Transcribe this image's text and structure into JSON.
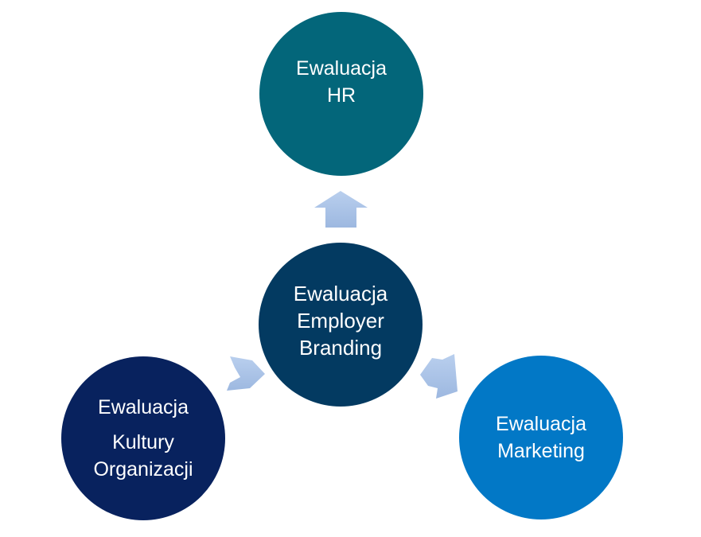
{
  "diagram": {
    "nodes": {
      "top": {
        "lines": [
          "Ewaluacja",
          "HR"
        ],
        "color": "#03667a"
      },
      "center": {
        "lines": [
          "Ewaluacja",
          "Employer",
          "Branding"
        ],
        "color": "#033a61"
      },
      "left": {
        "lines": [
          "Ewaluacja",
          "Kultury",
          "Organizacji"
        ],
        "color": "#08225e"
      },
      "right": {
        "lines": [
          "Ewaluacja",
          "Marketing"
        ],
        "color": "#0278c6"
      }
    },
    "arrow_color": "#a8c2e6",
    "arrow_directions": [
      "up",
      "down-left",
      "down-right"
    ]
  }
}
